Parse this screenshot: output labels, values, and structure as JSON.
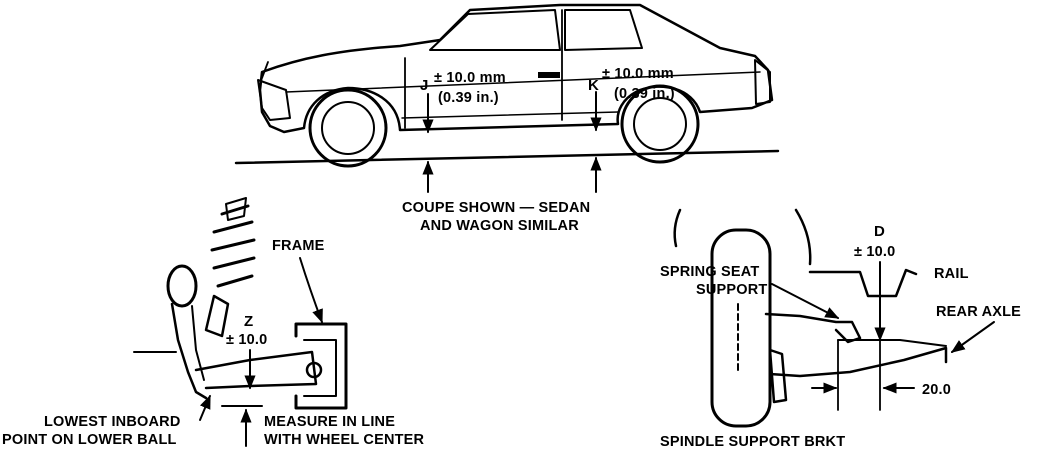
{
  "car": {
    "J": "J",
    "K": "K",
    "tolerance_j": "± 10.0 mm",
    "tolerance_j_in": "(0.39 in.)",
    "tolerance_k": "± 10.0 mm",
    "tolerance_k_in": "(0.39 in.)",
    "caption_line1": "COUPE SHOWN — SEDAN",
    "caption_line2": "AND WAGON SIMILAR"
  },
  "front": {
    "frame": "FRAME",
    "Z": "Z",
    "tolerance_z": "± 10.0",
    "lowest_line1": "LOWEST INBOARD",
    "lowest_line2": "POINT ON LOWER BALL",
    "measure_line1": "MEASURE IN LINE",
    "measure_line2": "WITH WHEEL CENTER"
  },
  "rear": {
    "D": "D",
    "tolerance_d": "± 10.0",
    "rail": "RAIL",
    "spring_line1": "SPRING SEAT",
    "spring_line2": "SUPPORT",
    "rear_axle": "REAR AXLE",
    "dim": "20.0",
    "spindle": "SPINDLE SUPPORT BRKT"
  }
}
